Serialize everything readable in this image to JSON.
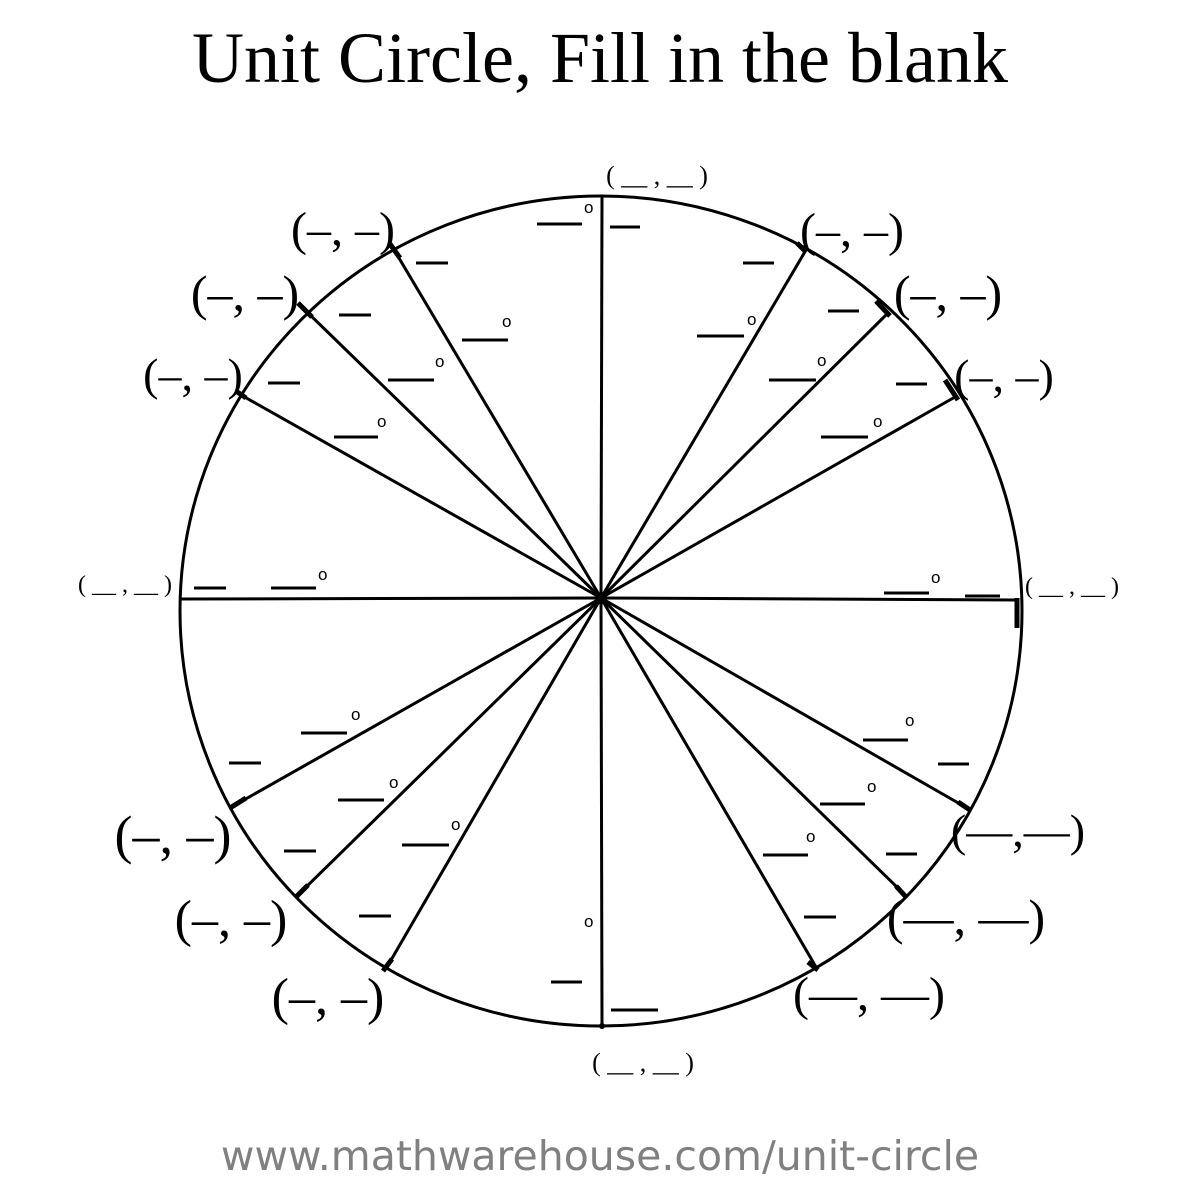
{
  "title": "Unit Circle, Fill in the blank",
  "footer_url": "www.mathwarehouse.com/unit-circle",
  "point_labels": {
    "top": "( __ , __ )",
    "bottom": "( __ , __ )",
    "left": "( __ , __ )",
    "right": "( __ , __ )",
    "upper_right": [
      "(–, –)",
      "(–, –)",
      "(–, –)"
    ],
    "upper_left": [
      "(–, –)",
      "(–, –)",
      "(–, –)"
    ],
    "lower_right": [
      "(—,—)",
      "(—, —)",
      "(—, —)"
    ],
    "lower_left": [
      "(–, –)",
      "(–, –)",
      "(–, –)"
    ]
  },
  "degree_symbol": "o",
  "colors": {
    "line": "#000000",
    "footer": "#808080",
    "background": "#ffffff"
  }
}
